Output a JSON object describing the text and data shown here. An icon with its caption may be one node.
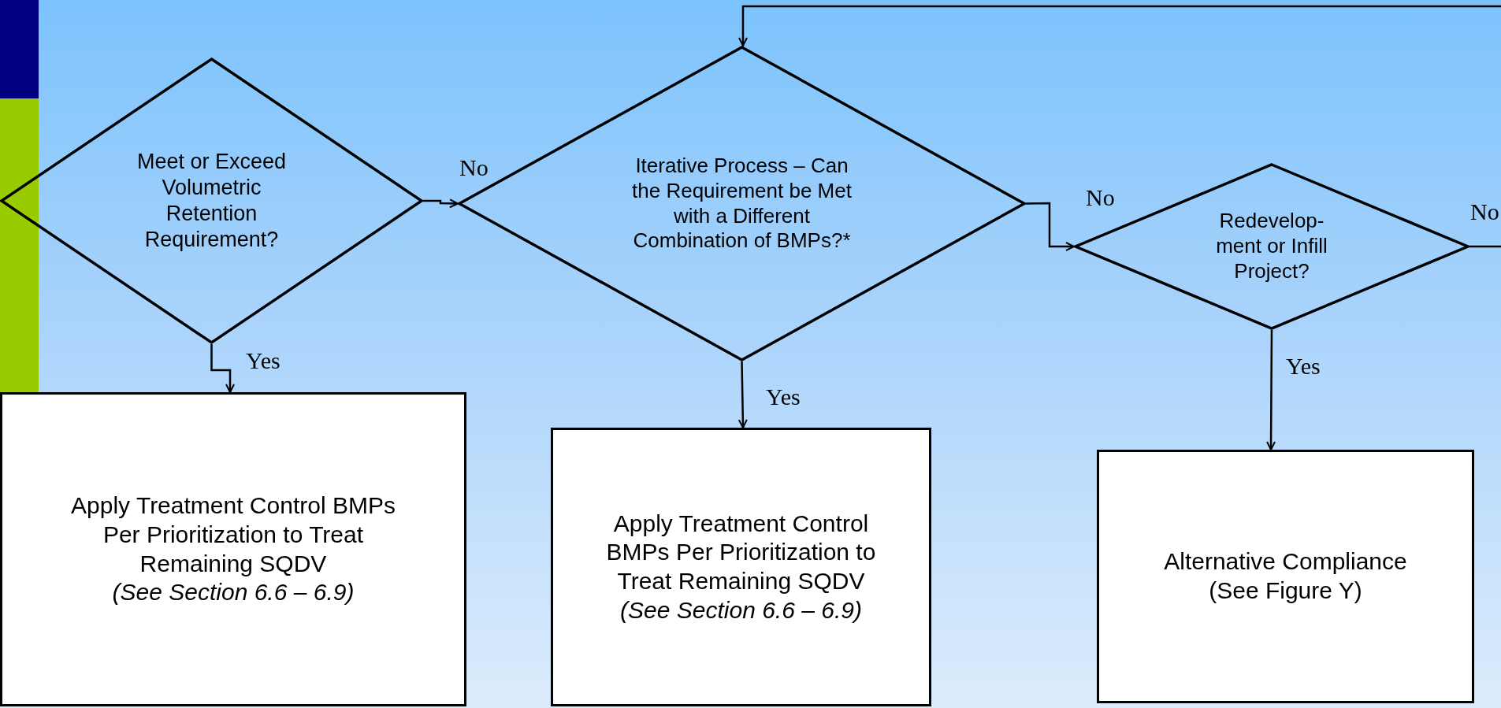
{
  "diagram": {
    "nodes": [
      {
        "text": [
          "Meet or Exceed Volumetric Retention Requirement?"
        ]
      },
      {
        "text": [
          "Iterative Process – Can the Requirement be Met with a Different Combination of BMPs?*"
        ]
      },
      {
        "text": [
          "Redevelop-ment or Infill Project?"
        ]
      },
      {
        "text": [
          "Apply Treatment Control BMPs Per Prioritization to Treat Remaining SQDV",
          "(See Section 6.6 – 6.9)"
        ]
      },
      {
        "text": [
          "Apply Treatment Control BMPs Per Prioritization to Treat Remaining SQDV",
          "(See Section 6.6 – 6.9)"
        ]
      },
      {
        "text": [
          "Alternative Compliance (See Figure Y)"
        ]
      }
    ],
    "edges": [
      {
        "from": 0,
        "to": 1,
        "arrow": "to",
        "label": "No"
      },
      {
        "from": 0,
        "to": 3,
        "arrow": "to",
        "label": "Yes"
      },
      {
        "from": 1,
        "to": 4,
        "arrow": "to",
        "label": "Yes"
      },
      {
        "from": 1,
        "to": 2,
        "arrow": "to",
        "label": "No"
      },
      {
        "from": 2,
        "to": null,
        "arrow": "none",
        "label": "No"
      },
      {
        "from": 2,
        "to": 5,
        "arrow": "to",
        "label": "Yes"
      },
      {
        "from": null,
        "to": 1,
        "arrow": "to"
      }
    ]
  }
}
